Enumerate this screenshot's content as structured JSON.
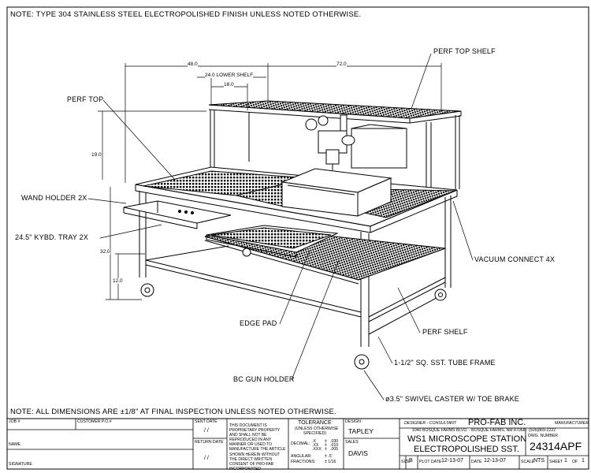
{
  "notes": {
    "top": "NOTE:  TYPE 304 STAINLESS STEEL ELECTROPOLISHED FINISH UNLESS NOTED OTHERWISE.",
    "bottom": "NOTE:  ALL DIMENSIONS ARE ±1/8\" AT FINAL INSPECTION UNLESS NOTED OTHERWISE."
  },
  "callouts": {
    "perf_top_shelf": "PERF TOP SHELF",
    "perf_top": "PERF TOP",
    "wand_holder": "WAND HOLDER 2X",
    "kybd_tray": "24.5\" KYBD. TRAY 2X",
    "vacuum_connect": "VACUUM CONNECT 4X",
    "edge_pad": "EDGE PAD",
    "perf_shelf": "PERF SHELF",
    "tube_frame": "1-1/2\" SQ. SST. TUBE FRAME",
    "bc_gun_holder": "BC GUN HOLDER",
    "caster": "ø3.5\" SWIVEL CASTER W/ TOE BRAKE"
  },
  "dimensions": {
    "width_48": "48.0",
    "width_72": "72.0",
    "lower_shelf": "24.0 LOWER SHELF",
    "d18": "18.0",
    "h19": "19.0",
    "h32": "32.0",
    "h12": "12.0"
  },
  "title_block": {
    "job": "JOB #",
    "customer_po": "CUSTOMER P.O.#",
    "name": "NAME",
    "signature": "SIGNATURE",
    "sent_date": "SENT DATE",
    "sent_date_val": "/ /",
    "return_date": "RETURN DATE",
    "return_date_val": "/ /",
    "proprietary": "THIS DOCUMENT IS PROPRIETARY PROPERTY AND SHALL NOT BE REPRODUCED IN ANY MANNER OR USED TO MANUFACTURE THE ARTICLE SHOWN HEREIN WITHOUT THE DIRECT WRITTEN CONSENT OF PRO-FAB INCORPORATED",
    "tolerance_title": "TOLERANCE",
    "tolerance_sub1": "(UNLESS OTHERWISE",
    "tolerance_sub2": "SPECIFIED)",
    "decimal": "DECIMAL:",
    "dec_x": ".X",
    "dec_xx": ".XX",
    "dec_xxx": ".XXX",
    "pm": "±",
    "tol_x": ".030",
    "tol_xx": ".010",
    "tol_xxx": ".005",
    "angular": "ANGULAR:",
    "tol_angular": "± .5'",
    "fractions": "FRACTIONS:",
    "tol_fractions": "± 1/16",
    "design_label": "DESIGN",
    "design": "TAPLEY",
    "sales_label": "SALES",
    "sales": "DAVIS",
    "designer": "DESIGNER - CONSULTANT",
    "company": "PRO-FAB INC.",
    "manufacturer": "MANUFACTURER",
    "address": "1040 BOSQUE FARMS BLVD. - BOSQUE FARMS, NM 87068 - (505)869-2222",
    "title1": "WS1 MICROSCOPE STATION",
    "title2": "ELECTROPOLISHED SST.",
    "dwg_no_label": "DWG. NUMBER",
    "dwg_no": "24314APF",
    "size_label": "SIZE",
    "size": "B",
    "plot_date_label": "PLOT DATE",
    "plot_date": "12-13-07",
    "date_label": "DATE",
    "date": "12-13-07",
    "scale_label": "SCALE",
    "scale": "NTS",
    "sheet_label": "SHEET",
    "sheet": "1",
    "of_label": "OF",
    "of": "1"
  }
}
